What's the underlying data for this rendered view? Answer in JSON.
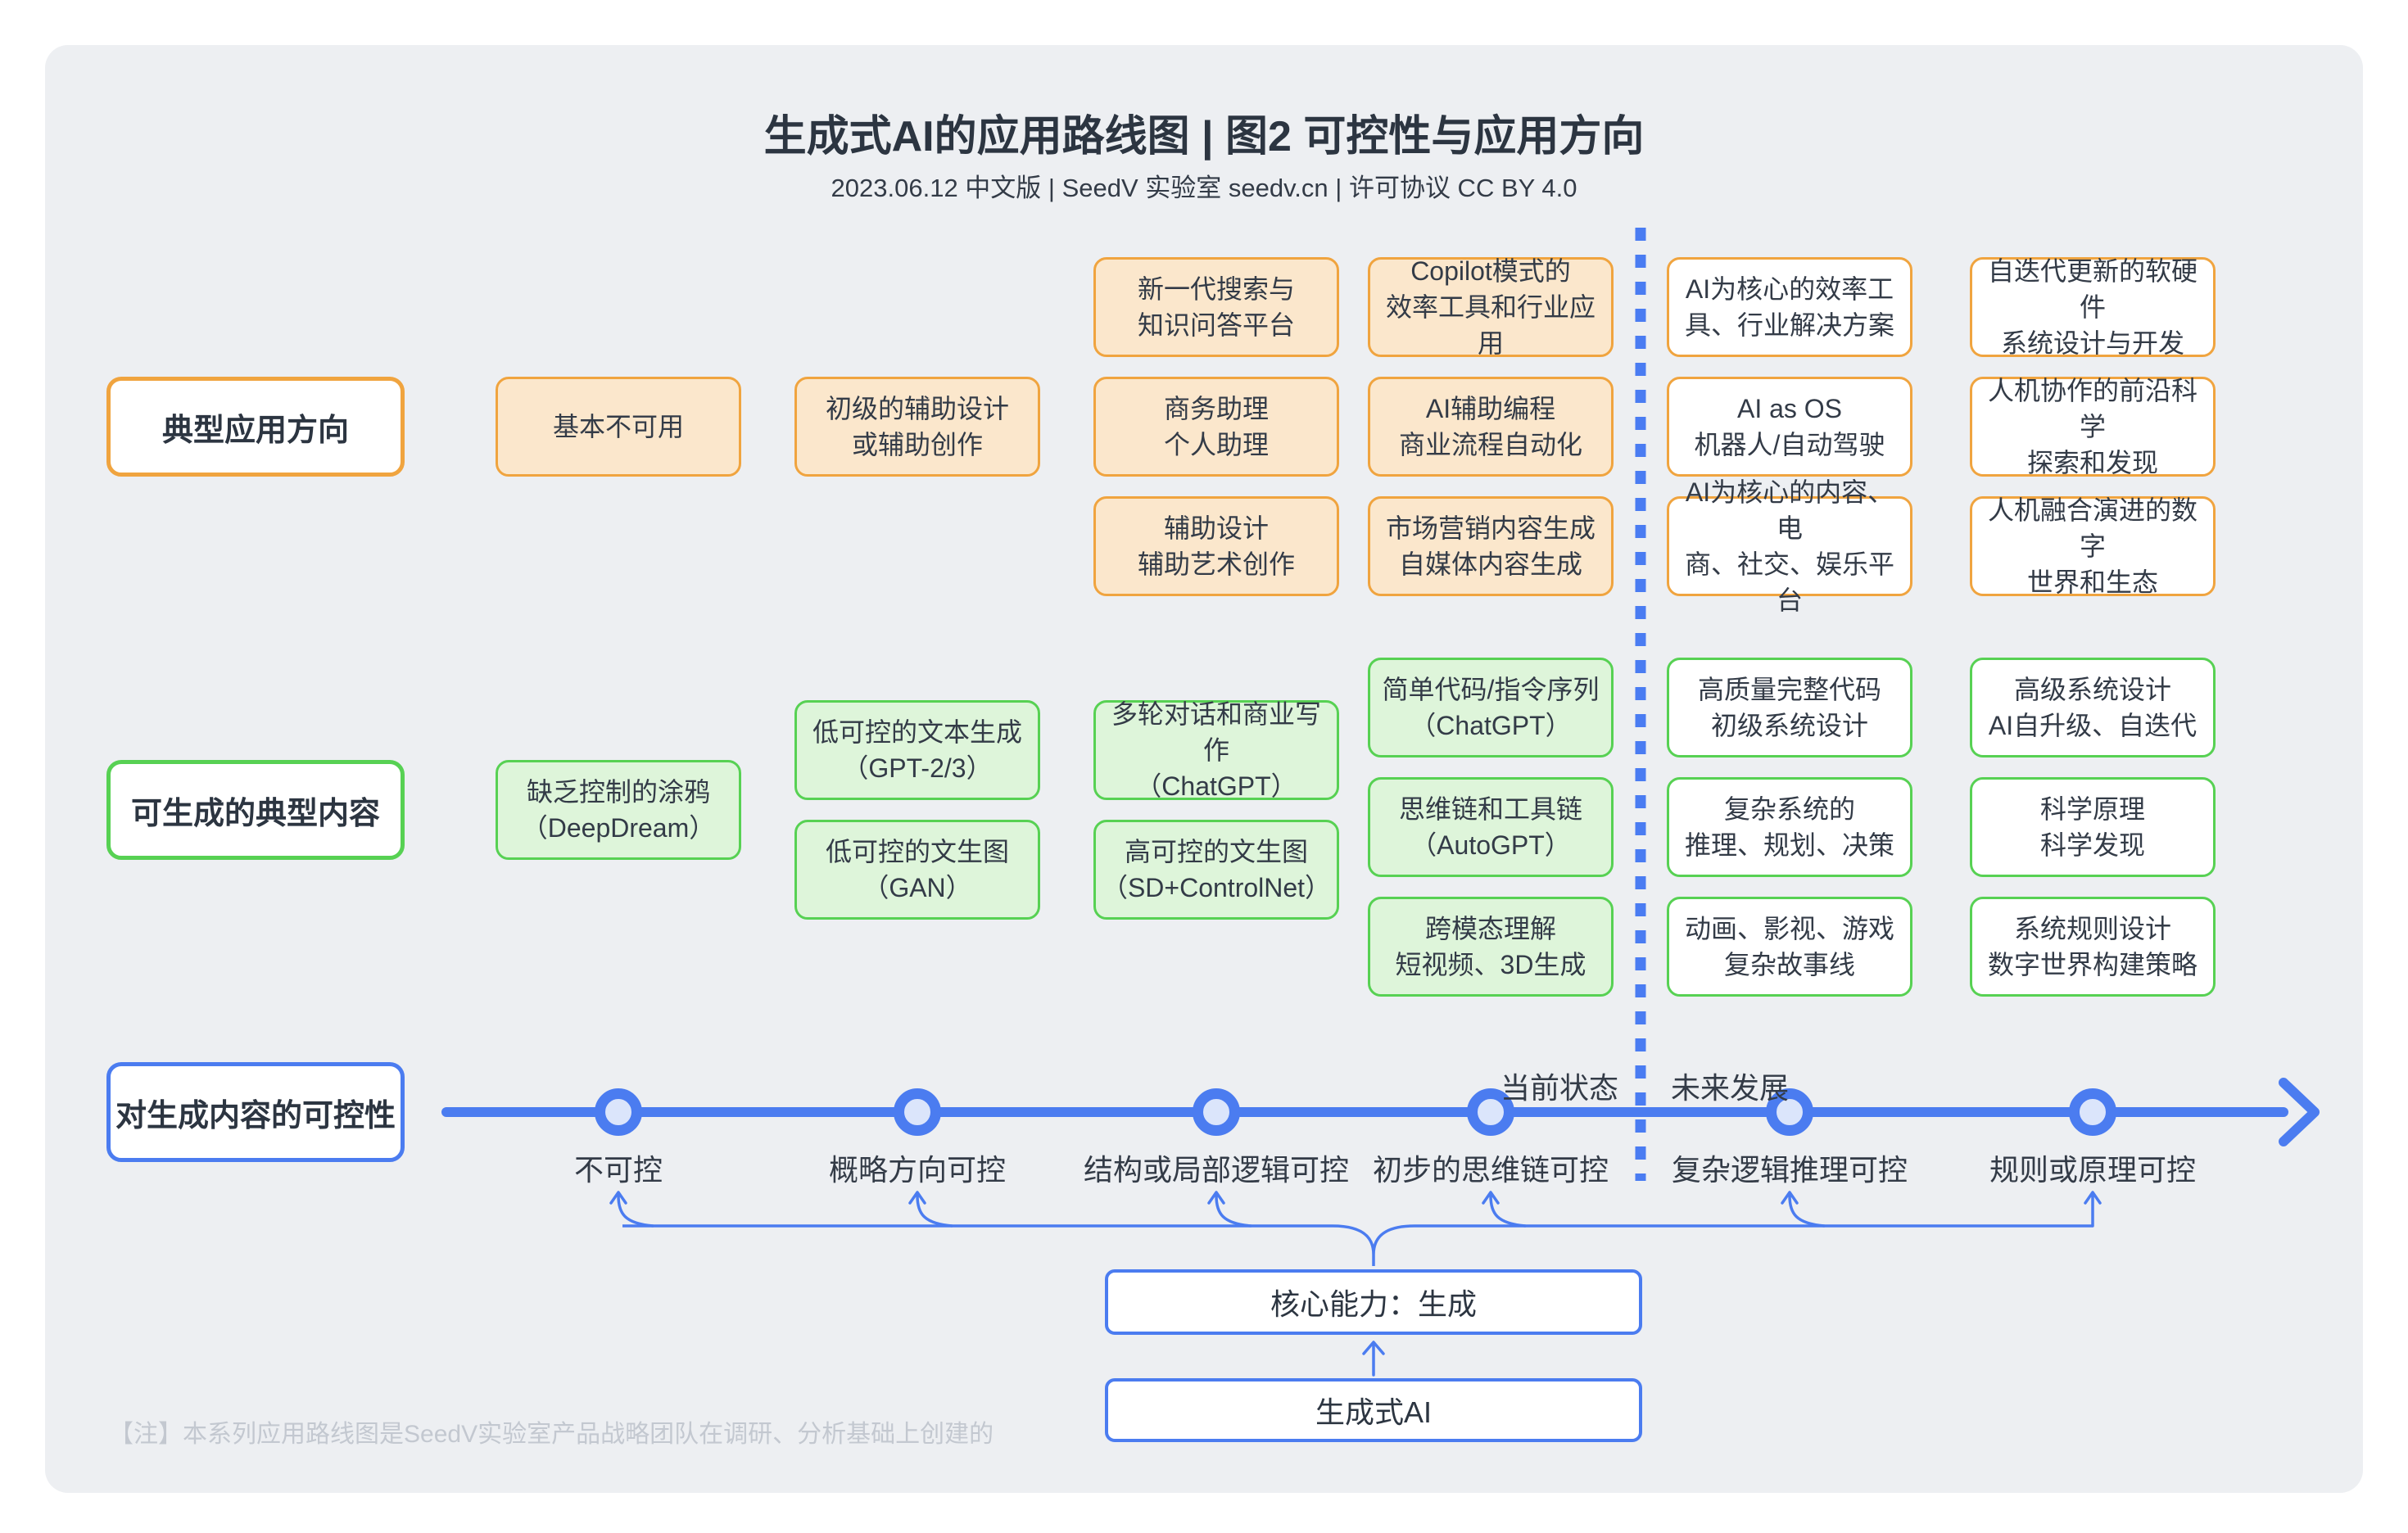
{
  "header": {
    "title": "生成式AI的应用路线图 | 图2 可控性与应用方向",
    "subtitle": "2023.06.12 中文版 | SeedV 实验室 seedv.cn | 许可协议 CC BY 4.0"
  },
  "row_labels": {
    "applications": "典型应用方向",
    "content": "可生成的典型内容",
    "controllability": "对生成内容的可控性"
  },
  "columns": [
    {
      "axis_label": "不可控",
      "applications": [
        "基本不可用"
      ],
      "contents": [
        "缺乏控制的涂鸦\n（DeepDream）"
      ]
    },
    {
      "axis_label": "概略方向可控",
      "applications": [
        "初级的辅助设计\n或辅助创作"
      ],
      "contents": [
        "低可控的文本生成\n（GPT-2/3）",
        "低可控的文生图\n（GAN）"
      ]
    },
    {
      "axis_label": "结构或局部逻辑可控",
      "applications": [
        "新一代搜索与\n知识问答平台",
        "商务助理\n个人助理",
        "辅助设计\n辅助艺术创作"
      ],
      "contents": [
        "多轮对话和商业写作\n（ChatGPT）",
        "高可控的文生图\n（SD+ControlNet）"
      ]
    },
    {
      "axis_label": "初步的思维链可控",
      "applications": [
        "Copilot模式的\n效率工具和行业应用",
        "AI辅助编程\n商业流程自动化",
        "市场营销内容生成\n自媒体内容生成"
      ],
      "contents": [
        "简单代码/指令序列\n（ChatGPT）",
        "思维链和工具链\n（AutoGPT）",
        "跨模态理解\n短视频、3D生成"
      ]
    },
    {
      "axis_label": "复杂逻辑推理可控",
      "applications": [
        "AI为核心的效率工\n具、行业解决方案",
        "AI as OS\n机器人/自动驾驶",
        "AI为核心的内容、电\n商、社交、娱乐平台"
      ],
      "contents": [
        "高质量完整代码\n初级系统设计",
        "复杂系统的\n推理、规划、决策",
        "动画、影视、游戏\n复杂故事线"
      ]
    },
    {
      "axis_label": "规则或原理可控",
      "applications": [
        "自迭代更新的软硬件\n系统设计与开发",
        "人机协作的前沿科学\n探索和发现",
        "人机融合演进的数字\n世界和生态"
      ],
      "contents": [
        "高级系统设计\nAI自升级、自迭代",
        "科学原理\n科学发现",
        "系统规则设计\n数字世界构建策略"
      ]
    }
  ],
  "timeline": {
    "current_label": "当前状态",
    "future_label": "未来发展"
  },
  "core": {
    "capability": "核心能力：生成",
    "base": "生成式AI"
  },
  "note": "【注】本系列应用路线图是SeedV实验室产品战略团队在调研、分析基础上创建的",
  "colors": {
    "orange_border": "#F0A43F",
    "orange_fill": "#FBE7CC",
    "green_border": "#57D153",
    "green_fill": "#DEF5DA",
    "blue_accent": "#4B7CF0",
    "node_inner": "#DBE5FB",
    "card_background": "#EDEFF2",
    "note_gray": "#C3C8D0"
  }
}
